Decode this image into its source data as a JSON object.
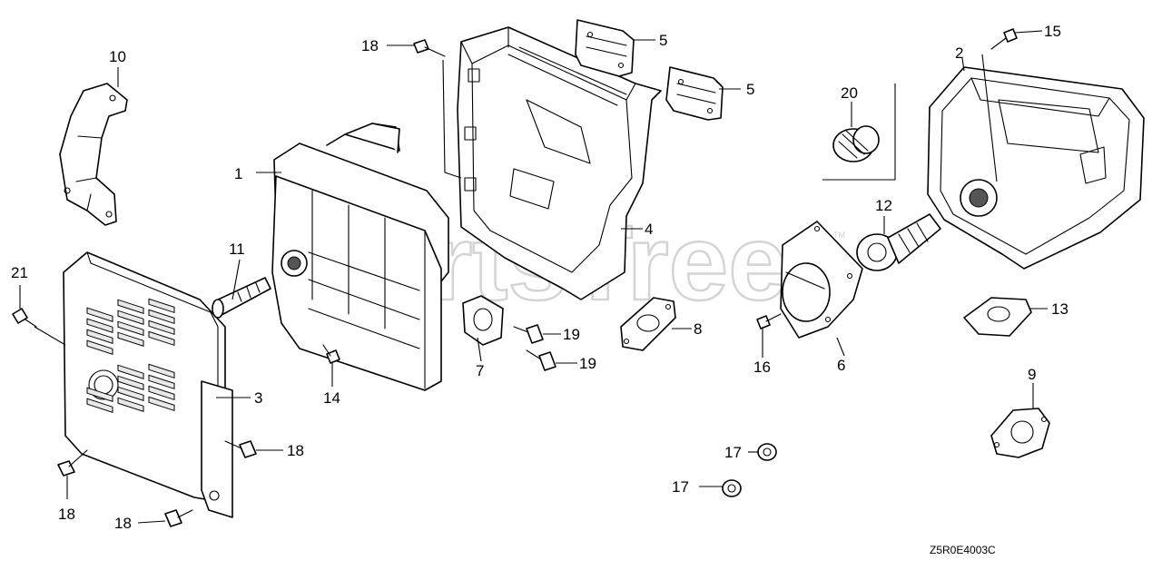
{
  "watermark": {
    "text": "PartsTree",
    "tm": "TM"
  },
  "diagram_code": "Z5R0E4003C",
  "callouts": [
    {
      "label": "1"
    },
    {
      "label": "2"
    },
    {
      "label": "3"
    },
    {
      "label": "4"
    },
    {
      "label": "5"
    },
    {
      "label": "5"
    },
    {
      "label": "6"
    },
    {
      "label": "7"
    },
    {
      "label": "8"
    },
    {
      "label": "9"
    },
    {
      "label": "10"
    },
    {
      "label": "11"
    },
    {
      "label": "12"
    },
    {
      "label": "13"
    },
    {
      "label": "14"
    },
    {
      "label": "15"
    },
    {
      "label": "16"
    },
    {
      "label": "17"
    },
    {
      "label": "17"
    },
    {
      "label": "18"
    },
    {
      "label": "18"
    },
    {
      "label": "18"
    },
    {
      "label": "18"
    },
    {
      "label": "19"
    },
    {
      "label": "19"
    },
    {
      "label": "20"
    },
    {
      "label": "21"
    }
  ]
}
